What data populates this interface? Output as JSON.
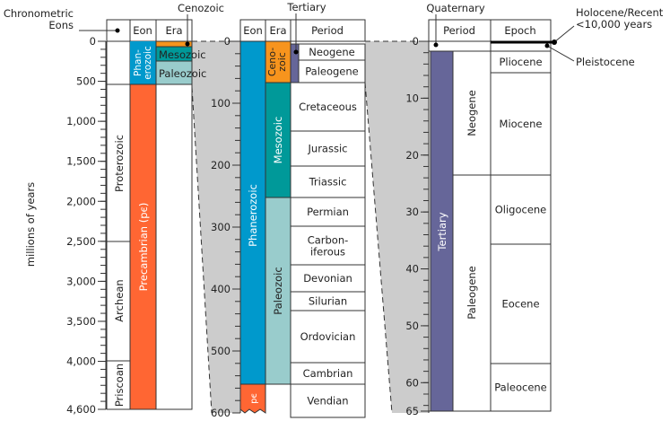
{
  "colors": {
    "phanerozoic": "#0099cc",
    "precambrian": "#ff6633",
    "cenozoic": "#f7941d",
    "mesozoic": "#009999",
    "paleozoic": "#99cccc",
    "tertiary": "#666699",
    "band": "#cccccc"
  },
  "y_axis_label": "millions of years",
  "callouts": {
    "chronometric": [
      "Chronometric",
      "Eons"
    ],
    "cenozoic": "Cenozoic",
    "tertiary": "Tertiary",
    "quaternary": "Quaternary",
    "holocene": [
      "Holocene/Recent",
      "<10,000 years"
    ],
    "pleistocene": "Pleistocene"
  },
  "chart1": {
    "range": [
      0,
      4600
    ],
    "tick_labels": [
      "0",
      "500",
      "1,000",
      "1,500",
      "2,000",
      "2,500",
      "3,000",
      "3,500",
      "4,000",
      "4,600"
    ],
    "tick_values": [
      0,
      500,
      1000,
      1500,
      2000,
      2500,
      3000,
      3500,
      4000,
      4600
    ],
    "headers": {
      "eon": "Eon",
      "era": "Era"
    },
    "chronometric": [
      "Proterozoic",
      "Archean",
      "Priscoan"
    ],
    "eons": {
      "phanerozoic": [
        "Phan-",
        "erozoic"
      ],
      "precambrian": "Precambrian (pє)"
    },
    "eras": [
      "Mesozoic",
      "Paleozoic"
    ]
  },
  "chart2": {
    "range": [
      0,
      600
    ],
    "tick_labels": [
      "0",
      "100",
      "200",
      "300",
      "400",
      "500",
      "600"
    ],
    "tick_values": [
      0,
      100,
      200,
      300,
      400,
      500,
      600
    ],
    "headers": {
      "eon": "Eon",
      "era": "Era",
      "period": "Period"
    },
    "eons": {
      "phanerozoic": "Phanerozoic",
      "precambrian": "pє"
    },
    "eras": {
      "cenozoic": [
        "Ceno-",
        "zoic"
      ],
      "mesozoic": "Mesozoic",
      "paleozoic": "Paleozoic"
    },
    "periods": [
      "Neogene",
      "Paleogene",
      "Cretaceous",
      "Jurassic",
      "Triassic",
      "Permian",
      [
        "Carbon-",
        "iferous"
      ],
      "Devonian",
      "Silurian",
      "Ordovician",
      "Cambrian",
      "Vendian"
    ]
  },
  "chart3": {
    "range": [
      0,
      65
    ],
    "tick_labels": [
      "0",
      "10",
      "20",
      "30",
      "40",
      "50",
      "60",
      "65"
    ],
    "tick_values": [
      0,
      10,
      20,
      30,
      40,
      50,
      60,
      65
    ],
    "headers": {
      "period": "Period",
      "epoch": "Epoch"
    },
    "period": {
      "tertiary": "Tertiary",
      "neogene": "Neogene",
      "paleogene": "Paleogene"
    },
    "epochs": [
      "Pliocene",
      "Miocene",
      "Oligocene",
      "Eocene",
      "Paleocene"
    ]
  }
}
